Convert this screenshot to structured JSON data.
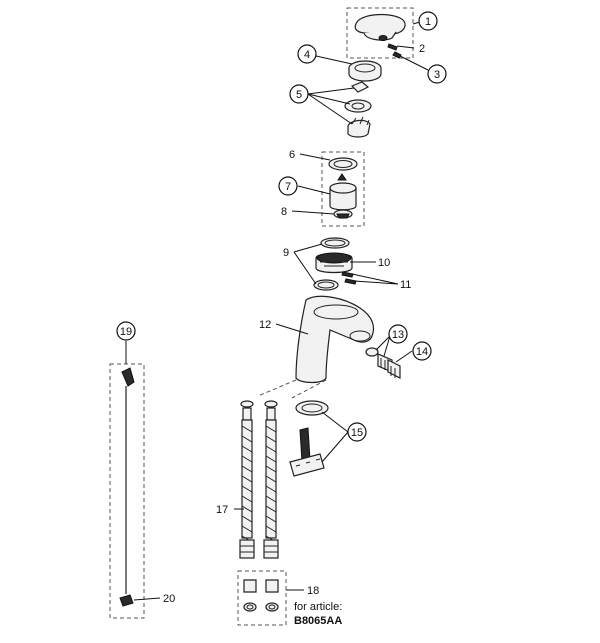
{
  "callouts": [
    {
      "id": "1",
      "circled": true
    },
    {
      "id": "2",
      "circled": false
    },
    {
      "id": "3",
      "circled": true
    },
    {
      "id": "4",
      "circled": true
    },
    {
      "id": "5",
      "circled": true
    },
    {
      "id": "6",
      "circled": false
    },
    {
      "id": "7",
      "circled": true
    },
    {
      "id": "8",
      "circled": false
    },
    {
      "id": "9",
      "circled": false
    },
    {
      "id": "10",
      "circled": false
    },
    {
      "id": "11",
      "circled": false
    },
    {
      "id": "12",
      "circled": false
    },
    {
      "id": "13",
      "circled": true
    },
    {
      "id": "14",
      "circled": true
    },
    {
      "id": "15",
      "circled": true
    },
    {
      "id": "17",
      "circled": false
    },
    {
      "id": "18",
      "circled": false
    },
    {
      "id": "19",
      "circled": true
    },
    {
      "id": "20",
      "circled": false
    }
  ],
  "note": {
    "line1": "for article:",
    "line2": "B8065AA"
  }
}
